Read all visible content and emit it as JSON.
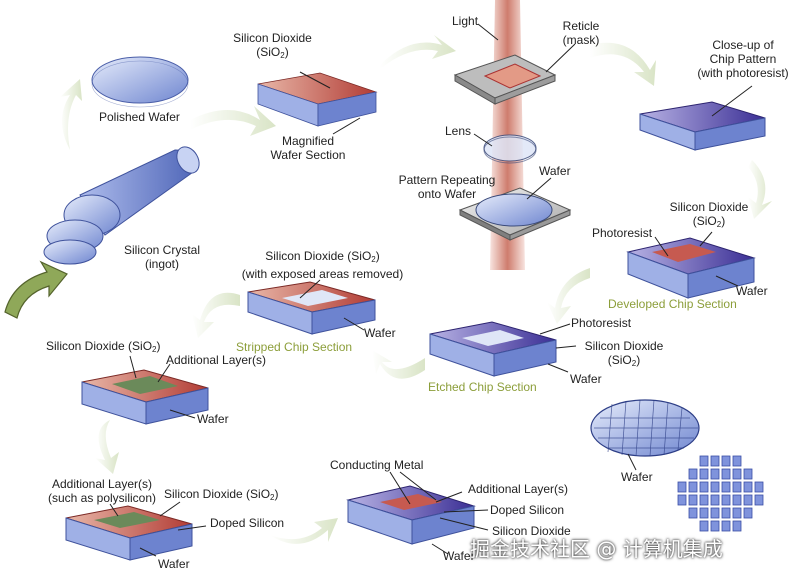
{
  "labels": {
    "polished_wafer": "Polished Wafer",
    "silicon_crystal_1": "Silicon Crystal",
    "silicon_crystal_2": "(ingot)",
    "sio2_top_1": "Silicon Dioxide",
    "sio2_top_2": "(SiO",
    "sub2": "2",
    "close_paren": ")",
    "magnified_1": "Magnified",
    "magnified_2": "Wafer Section",
    "light": "Light",
    "reticle_1": "Reticle",
    "reticle_2": "(mask)",
    "lens": "Lens",
    "pattern_1": "Pattern Repeating",
    "pattern_2": "onto Wafer",
    "wafer": "Wafer",
    "closeup_1": "Close-up of",
    "closeup_2": "Chip Pattern",
    "closeup_3": "(with photoresist)",
    "sio2_right_1": "Silicon Dioxide",
    "sio2_right_2": "(SiO",
    "photoresist": "Photoresist",
    "developed": "Developed Chip Section",
    "sio2_exposed_1": "Silicon Dioxide (SiO",
    "sio2_exposed_2": "(with exposed areas removed)",
    "stripped": "Stripped Chip Section",
    "sio2_etched_1": "Silicon Dioxide",
    "sio2_etched_2": "(SiO",
    "etched": "Etched Chip Section",
    "sio2_left": "Silicon Dioxide (SiO",
    "additional_layers": "Additional Layer(s)",
    "additional_layers_2": "(such as polysilicon)",
    "doped_silicon": "Doped Silicon",
    "conducting_metal": "Conducting Metal",
    "sio2_bottom": "Silicon Dioxide (SiO",
    "sio2_clipped": "Silicon Dioxide",
    "watermark": "掘金技术社区 @ 计算机集成"
  },
  "colors": {
    "wafer_blue": "#7f95d8",
    "oxide_red": "#c0504d",
    "photoresist_purple": "#5a4aa6",
    "additional_green": "#6b8a5a",
    "caption_green": "#8c9e3a",
    "arrow_green": "#dfe8cf"
  }
}
